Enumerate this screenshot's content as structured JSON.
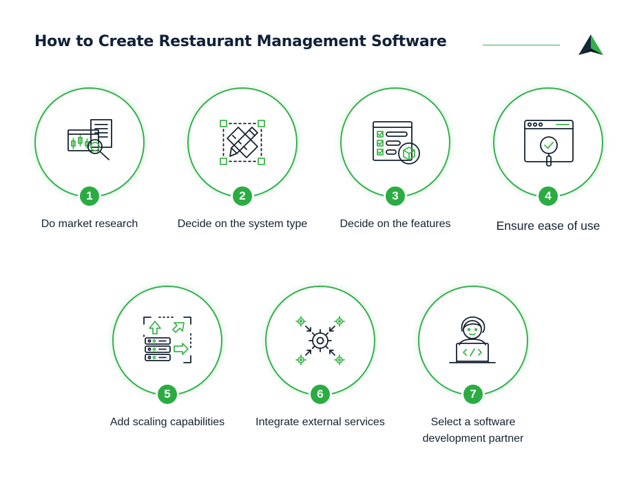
{
  "title": "How to Create Restaurant Management Software",
  "colors": {
    "accent": "#2bac43",
    "text": "#13202f",
    "title": "#10213a"
  },
  "steps": [
    {
      "number": "1",
      "label": "Do market research",
      "icon": "market-research-icon"
    },
    {
      "number": "2",
      "label": "Decide on the system type",
      "icon": "design-tools-icon"
    },
    {
      "number": "3",
      "label": "Decide on the features",
      "icon": "features-checklist-icon"
    },
    {
      "number": "4",
      "label": "Ensure ease of use",
      "icon": "usability-search-icon"
    },
    {
      "number": "5",
      "label": "Add scaling capabilities",
      "icon": "scaling-server-icon"
    },
    {
      "number": "6",
      "label": "Integrate external services",
      "icon": "integration-gears-icon"
    },
    {
      "number": "7",
      "label": "Select a software development partner",
      "icon": "developer-laptop-icon"
    }
  ]
}
